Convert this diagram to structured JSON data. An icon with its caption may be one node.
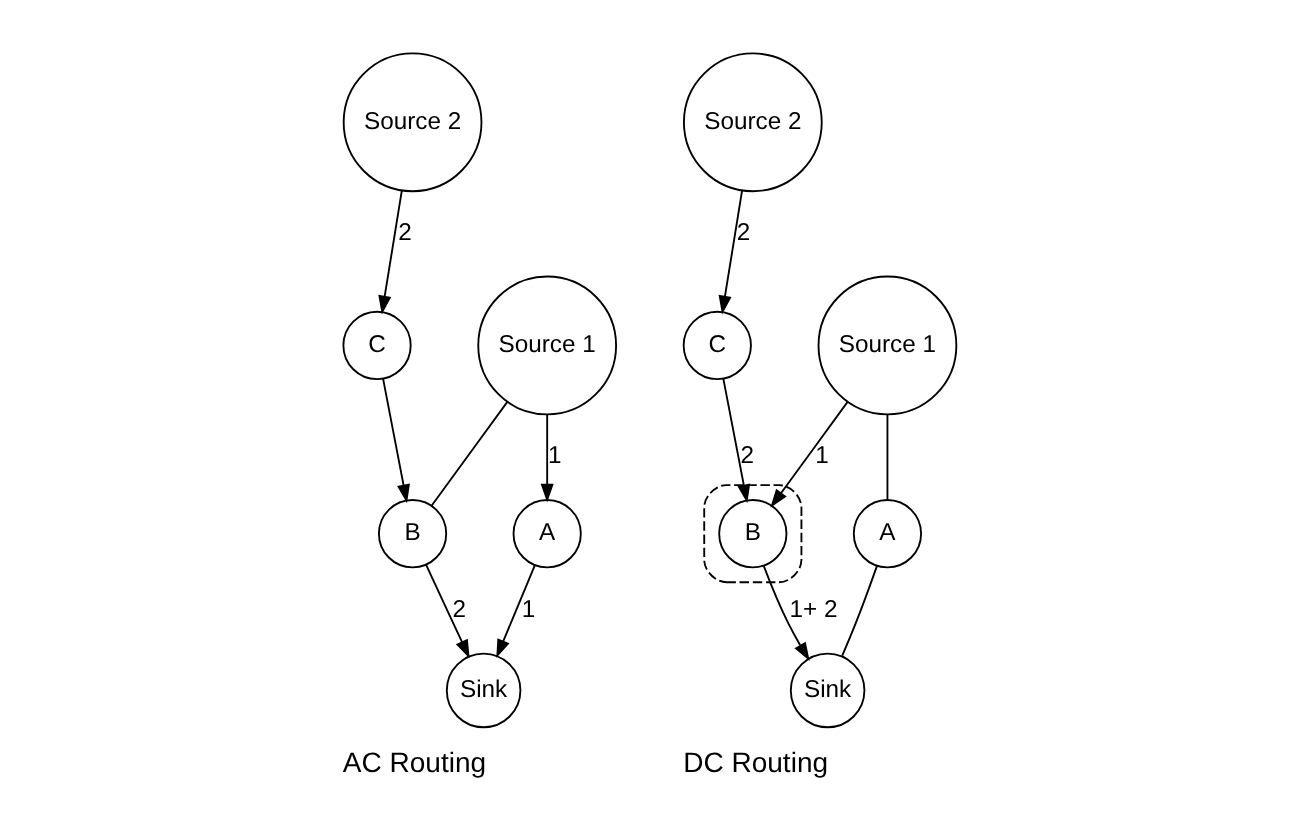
{
  "diagram": {
    "nodes": [
      {
        "text": [
          "Source 2"
        ]
      },
      {
        "text": [
          "Source 1"
        ]
      },
      {
        "text": [
          "C"
        ]
      },
      {
        "text": [
          "A"
        ]
      },
      {
        "text": [
          "B"
        ]
      },
      {
        "text": [
          "Sink"
        ]
      },
      {
        "text": [
          "Source 2"
        ]
      },
      {
        "text": [
          "Source 1"
        ]
      },
      {
        "text": [
          "C"
        ]
      },
      {
        "text": [],
        "shape": "ellipse"
      },
      {
        "text": [
          "B"
        ],
        "in": 9
      },
      {
        "text": [
          "A"
        ]
      },
      {
        "text": [
          "Sink"
        ]
      }
    ],
    "edges": [
      {
        "from": 0,
        "to": 2,
        "arrow": "to",
        "label": "2"
      },
      {
        "from": 1,
        "to": 3,
        "arrow": "to",
        "label": "1"
      },
      {
        "from": 1,
        "to": 4,
        "arrow": "none"
      },
      {
        "from": 2,
        "to": 4,
        "arrow": "to"
      },
      {
        "from": 3,
        "to": 5,
        "arrow": "to",
        "label": "1"
      },
      {
        "from": 4,
        "to": 5,
        "arrow": "to",
        "label": "2"
      },
      {
        "from": 6,
        "to": 8,
        "arrow": "to",
        "label": "2"
      },
      {
        "from": 7,
        "to": 11,
        "arrow": "none"
      },
      {
        "from": 7,
        "to": 10,
        "arrow": "to",
        "label": "1"
      },
      {
        "from": 8,
        "to": 10,
        "arrow": "to",
        "label": "2"
      },
      {
        "from": 10,
        "to": 12,
        "arrow": "to",
        "label": "1+ 2"
      },
      {
        "from": 11,
        "to": 12,
        "arrow": "none"
      }
    ],
    "labels": [
      "AC Routing",
      "DC Routing"
    ]
  }
}
